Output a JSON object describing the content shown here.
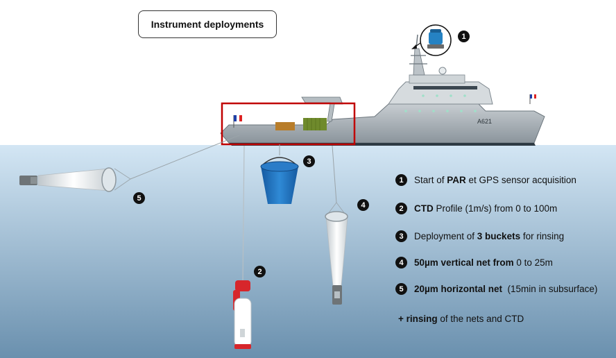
{
  "title": "Instrument deployments",
  "ship": {
    "hull_number": "A621"
  },
  "markers": [
    "1",
    "2",
    "3",
    "4",
    "5"
  ],
  "legend": [
    {
      "number": "1",
      "parts": [
        {
          "t": "Start of ",
          "b": false
        },
        {
          "t": "PAR",
          "b": true
        },
        {
          "t": " et GPS sensor acquisition",
          "b": false
        }
      ]
    },
    {
      "number": "2",
      "parts": [
        {
          "t": "CTD",
          "b": true
        },
        {
          "t": " Profile (1m/s) from 0 to 100m",
          "b": false
        }
      ]
    },
    {
      "number": "3",
      "parts": [
        {
          "t": "Deployment of ",
          "b": false
        },
        {
          "t": "3 buckets",
          "b": true
        },
        {
          "t": " for rinsing",
          "b": false
        }
      ]
    },
    {
      "number": "4",
      "parts": [
        {
          "t": "50µm vertical net ",
          "b": true
        },
        {
          "t": "from",
          "b": true
        },
        {
          "t": " 0 to 25m",
          "b": false
        }
      ]
    },
    {
      "number": "5",
      "parts": [
        {
          "t": "20µm horizontal net",
          "b": true
        },
        {
          "t": "  (15min in subsurface)",
          "b": false
        }
      ]
    }
  ],
  "extra": [
    {
      "t": "+ rinsing",
      "b": true
    },
    {
      "t": " of the nets and CTD",
      "b": false
    }
  ],
  "colors": {
    "sea_top": "#cfe3f2",
    "sea_bottom": "#6d93b1",
    "hull": "#9aa4aa",
    "highlight_box": "#c00000",
    "bucket": "#1e73be",
    "ctd_red": "#d7262b"
  }
}
